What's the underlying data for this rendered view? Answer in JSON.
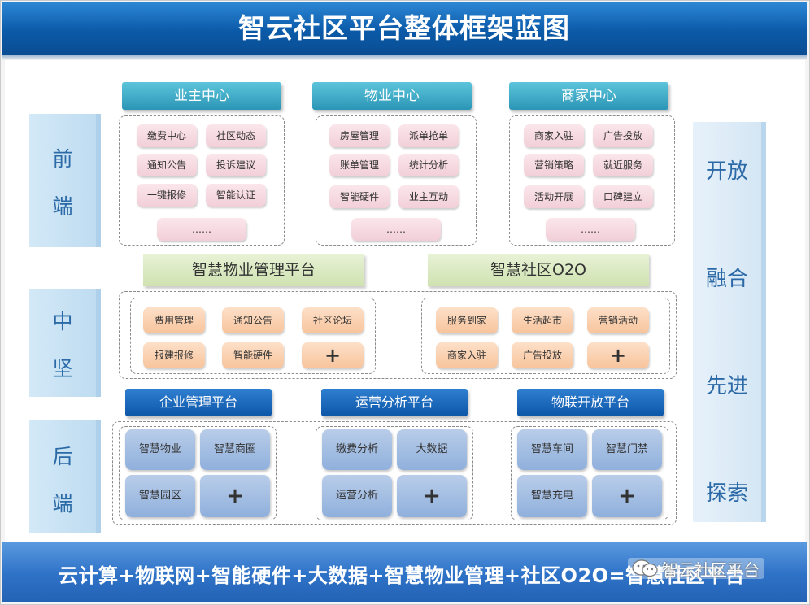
{
  "title": "智云社区平台整体框架蓝图",
  "side_labels": {
    "front": [
      "前",
      "端"
    ],
    "middle": [
      "中",
      "坚"
    ],
    "back": [
      "后",
      "端"
    ]
  },
  "right_panel": [
    "开放",
    "融合",
    "先进",
    "探索"
  ],
  "front": {
    "owner": {
      "header": "业主中心",
      "items": [
        "缴费中心",
        "社区动态",
        "通知公告",
        "投诉建议",
        "一键报修",
        "智能认证",
        "……"
      ]
    },
    "property": {
      "header": "物业中心",
      "items": [
        "房屋管理",
        "派单抢单",
        "账单管理",
        "统计分析",
        "智能硬件",
        "业主互动",
        "……"
      ]
    },
    "merchant": {
      "header": "商家中心",
      "items": [
        "商家入驻",
        "广告投放",
        "营销策略",
        "就近服务",
        "活动开展",
        "口碑建立",
        "……"
      ]
    }
  },
  "middle": {
    "property_platform": {
      "header": "智慧物业管理平台",
      "items": [
        "费用管理",
        "通知公告",
        "社区论坛",
        "报建报修",
        "智能硬件",
        "+"
      ]
    },
    "o2o": {
      "header": "智慧社区O2O",
      "items": [
        "服务到家",
        "生活超市",
        "营销活动",
        "商家入驻",
        "广告投放",
        "+"
      ]
    }
  },
  "back": {
    "enterprise": {
      "header": "企业管理平台",
      "items": [
        "智慧物业",
        "智慧商圈",
        "智慧园区",
        "+"
      ]
    },
    "analytics": {
      "header": "运营分析平台",
      "items": [
        "缴费分析",
        "大数据",
        "运营分析",
        "+"
      ]
    },
    "iot": {
      "header": "物联开放平台",
      "items": [
        "智慧车间",
        "智慧门禁",
        "智慧充电",
        "+"
      ]
    }
  },
  "footer": "云计算+物联网+智能硬件+大数据+智慧物业管理+社区O2O=智慧社区平台",
  "watermark": "智云社区平台",
  "icons": {
    "watermark": "wechat-icon"
  }
}
